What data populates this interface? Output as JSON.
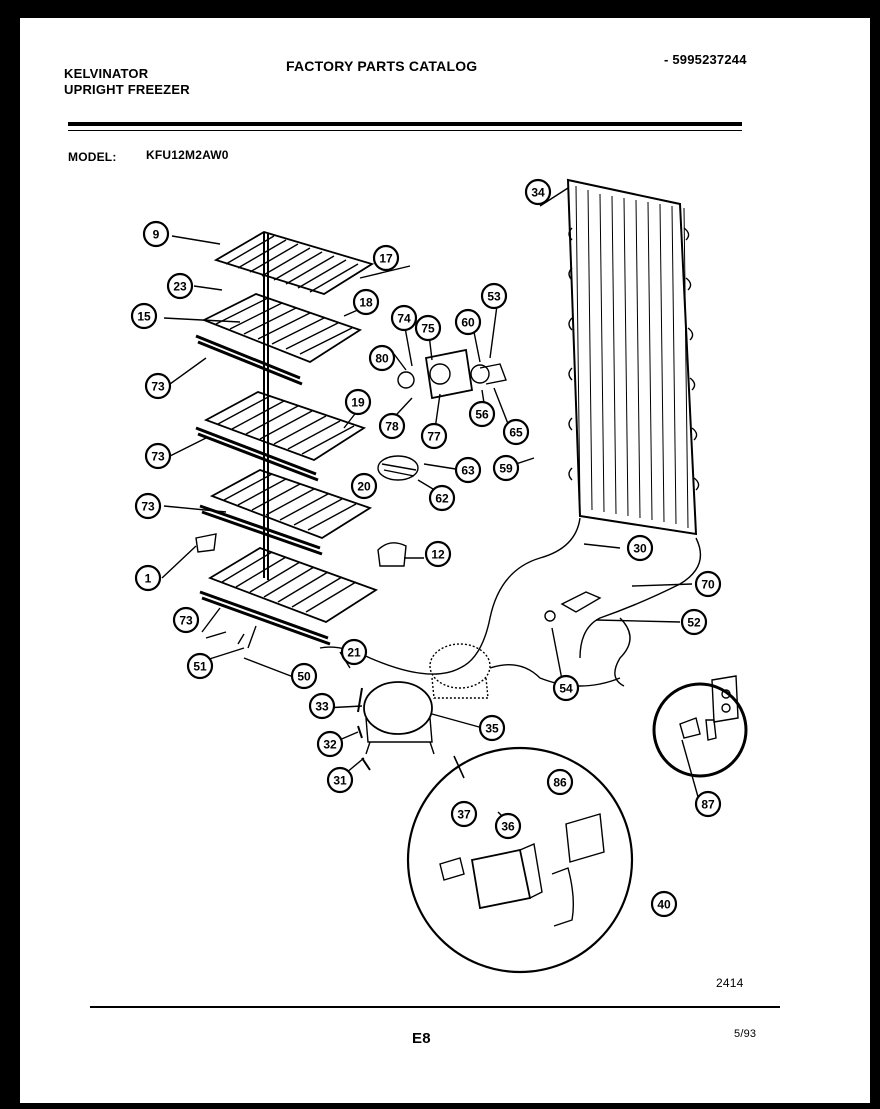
{
  "header": {
    "brand_line1": "KELVINATOR",
    "brand_line2": "UPRIGHT FREEZER",
    "catalog_title": "FACTORY PARTS CATALOG",
    "part_number": "5995237244",
    "model_label": "MODEL:",
    "model_value": "KFU12M2AW0"
  },
  "footer": {
    "drawing_number": "2414",
    "page_code": "E8",
    "date": "5/93"
  },
  "callouts": [
    "9",
    "17",
    "23",
    "18",
    "15",
    "73",
    "74",
    "75",
    "53",
    "60",
    "80",
    "78",
    "77",
    "56",
    "65",
    "19",
    "73",
    "63",
    "59",
    "20",
    "62",
    "73",
    "34",
    "1",
    "12",
    "30",
    "70",
    "52",
    "73",
    "21",
    "51",
    "50",
    "54",
    "33",
    "35",
    "32",
    "31",
    "37",
    "36",
    "86",
    "40",
    "87"
  ]
}
